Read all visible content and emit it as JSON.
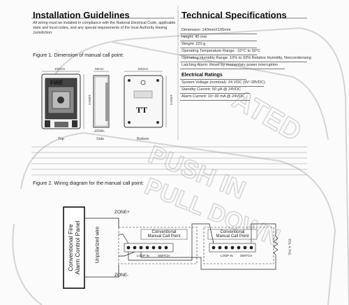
{
  "install": {
    "title": "Installation Guidelines",
    "text": "All wiring must be installed in compliance with the National Electrical Code, applicable state and local codes, and any special requirements of the local Authority Having Jurisdiction."
  },
  "figure1": {
    "caption": "Figure 1. Dimension of manual call point:",
    "device_label": "FIRE",
    "dim_width_top": "105mm",
    "dim_width_side": "58mm",
    "dim_width_bottom": "105mm",
    "dim_height": "140mm",
    "dim_small": "27mm",
    "view_top": "Top",
    "view_side": "Side",
    "view_bottom": "Bottom",
    "tt_mark": "TT"
  },
  "specs": {
    "title": "Technical Specifications",
    "rows": [
      "Dimension: 140mmX105mm",
      "Height: 45 mm",
      "Weight: 220 g",
      "Operating Temperature Range: -10°C to 50°C",
      "Operating Humidity Range: 10% to 93% Relative Humidity, Noncondensing",
      "Latching Alarm: Reset by momentary power interruption"
    ],
    "ratings_title": "Electrical Ratings",
    "ratings": [
      "System Voltage (nominal): 24 VDC (9V~28VDC)",
      "Standby Current: 50 μA @ 24VDC",
      "Alarm Current: 10~30 mA @ 24VDC"
    ]
  },
  "figure2": {
    "caption": "Figure 2. Wiring diagram for the  manual call point:",
    "panel_line1": "Conventional Fire",
    "panel_line2": "Alarm Control Panel",
    "wire_label": "Unpolarized wire",
    "zone_plus": "ZONE+",
    "zone_minus": "ZONE-",
    "module_title_1": "Conventional",
    "module_title_2": "Manual Call Point",
    "loop_in": "LOOP IN",
    "switch": "SWITCH",
    "eol": "EOL 4.7KΩ"
  }
}
